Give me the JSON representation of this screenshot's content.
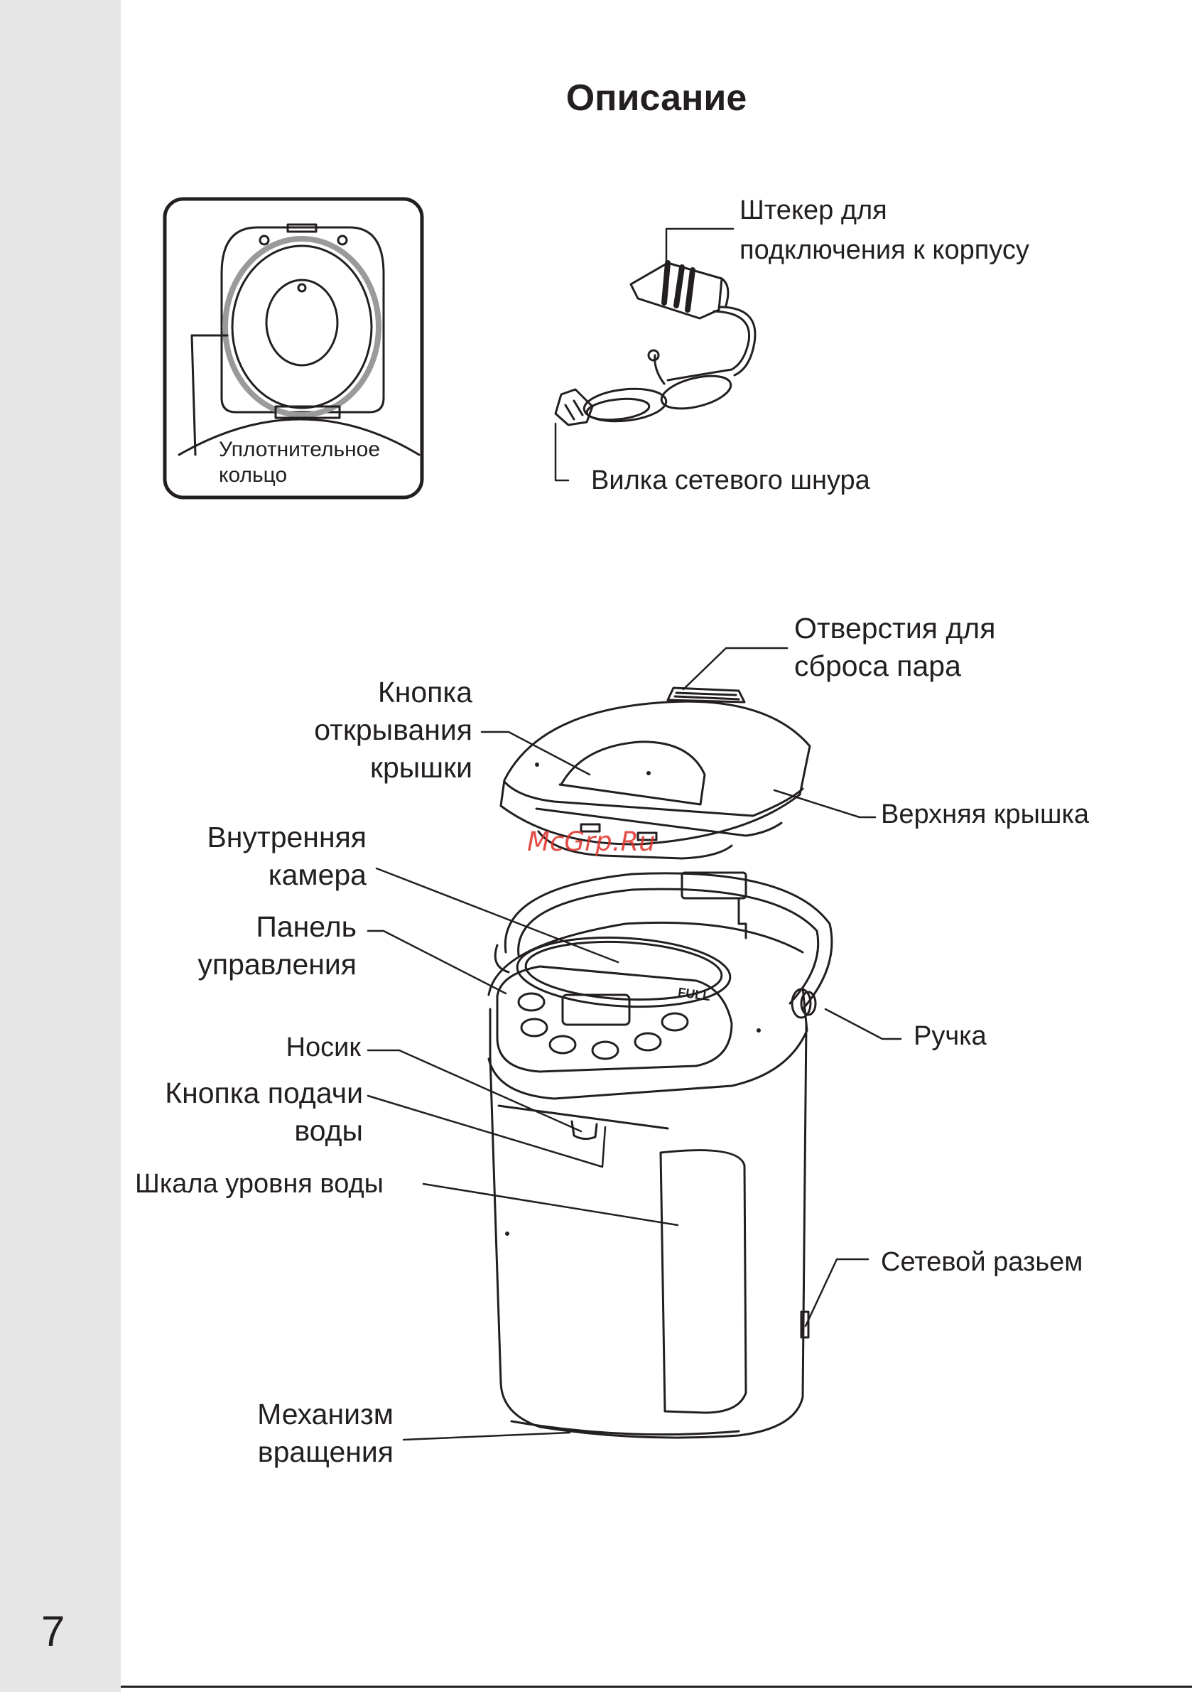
{
  "page": {
    "title": "Описание",
    "page_number": "7",
    "watermark": "McGrp.Ru"
  },
  "labels": {
    "seal_ring": [
      "Уплотнительное",
      "кольцо"
    ],
    "connector_plug": [
      "Штекер для",
      "подключения к корпусу"
    ],
    "mains_plug": [
      "Вилка сетевого шнура"
    ],
    "steam_vents": [
      "Отверстия для",
      "сброса пара"
    ],
    "lid_open_button": [
      "Кнопка",
      "открывания",
      "крышки"
    ],
    "top_lid": [
      "Верхняя крышка"
    ],
    "inner_chamber": [
      "Внутренняя",
      "камера"
    ],
    "control_panel": [
      "Панель",
      "управления"
    ],
    "handle": [
      "Ручка"
    ],
    "spout": [
      "Носик"
    ],
    "water_button": [
      "Кнопка подачи",
      "воды"
    ],
    "water_level_scale": [
      "Шкала уровня воды"
    ],
    "power_socket": [
      "Сетевой разьем"
    ],
    "rotation_mechanism": [
      "Механизм",
      "вращения"
    ]
  },
  "drawing_text": {
    "full_mark": "FULL"
  },
  "colors": {
    "ink": "#231f20",
    "band": "#e6e6e6",
    "watermark": "#e0302a"
  }
}
